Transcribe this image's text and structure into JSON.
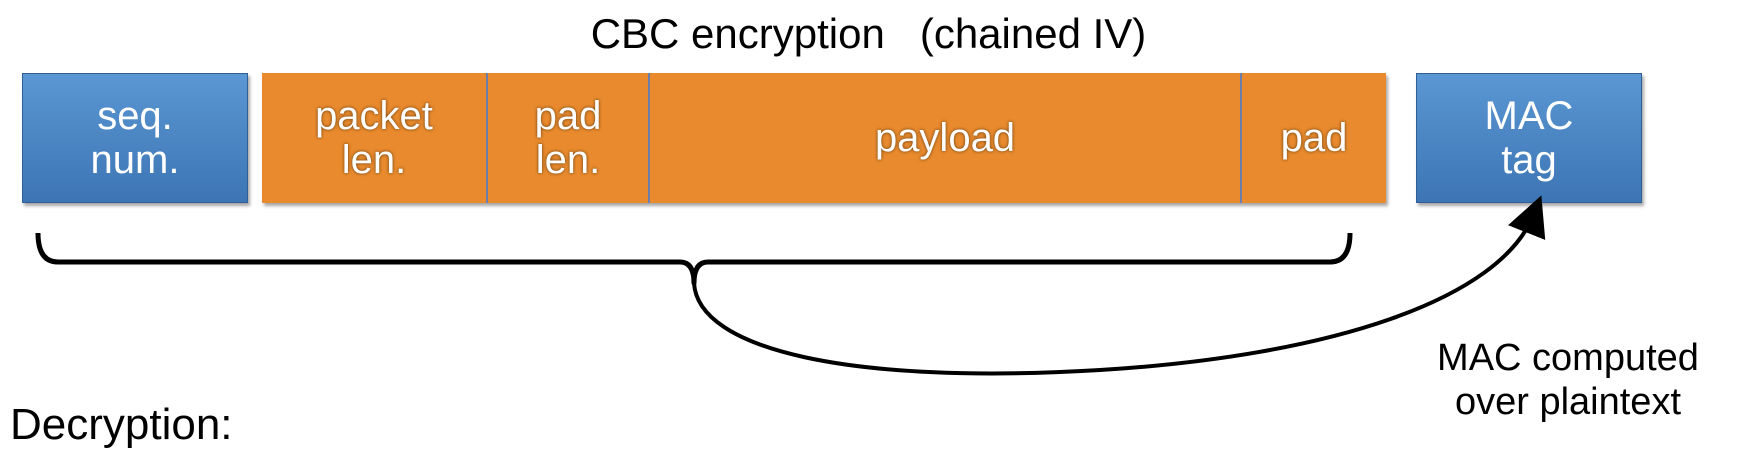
{
  "title": "CBC encryption   (chained IV)",
  "boxes": {
    "seq": [
      "seq.",
      "num."
    ],
    "packet_len": [
      "packet",
      "len."
    ],
    "pad_len": [
      "pad",
      "len."
    ],
    "payload": "payload",
    "pad": "pad",
    "mac": [
      "MAC",
      "tag"
    ]
  },
  "note": [
    "MAC computed",
    "over plaintext"
  ],
  "bottom_text": "Decryption:",
  "colors": {
    "box_blue": "#4a86c8",
    "brick_orange": "#e98a2e",
    "brick_mortar": "#3a4db8"
  }
}
